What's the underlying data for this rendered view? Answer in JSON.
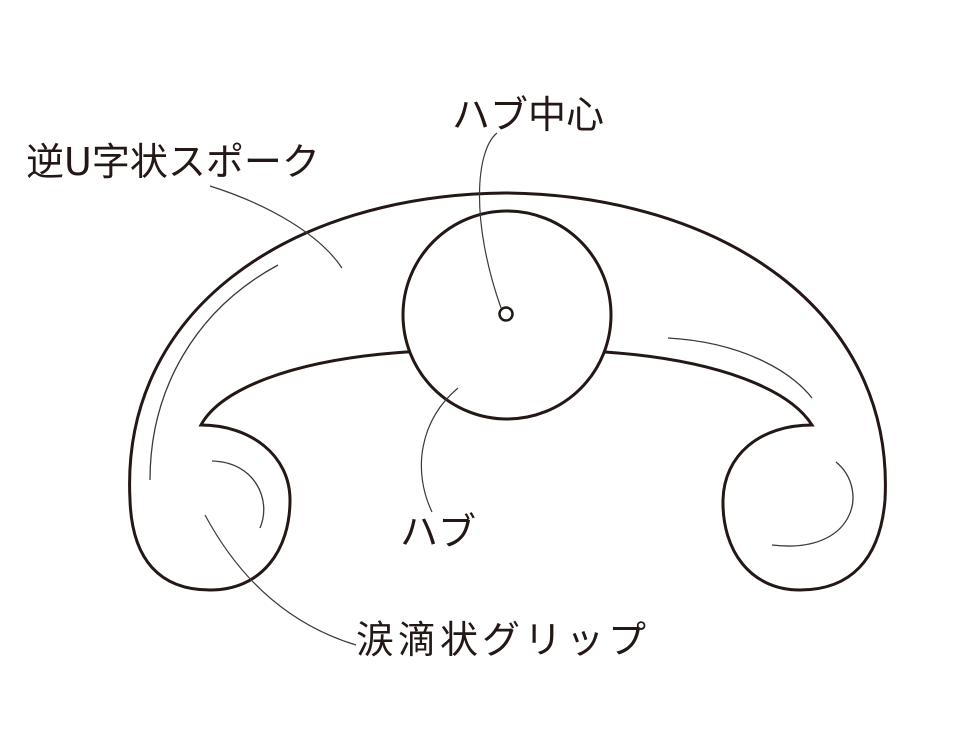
{
  "labels": {
    "hub_center": "ハブ中心",
    "spoke": "逆U字状スポーク",
    "hub": "ハブ",
    "grip": "涙滴状グリップ"
  },
  "colors": {
    "stroke": "#231815",
    "hatch": "#3a3a3a",
    "background": "#ffffff"
  }
}
